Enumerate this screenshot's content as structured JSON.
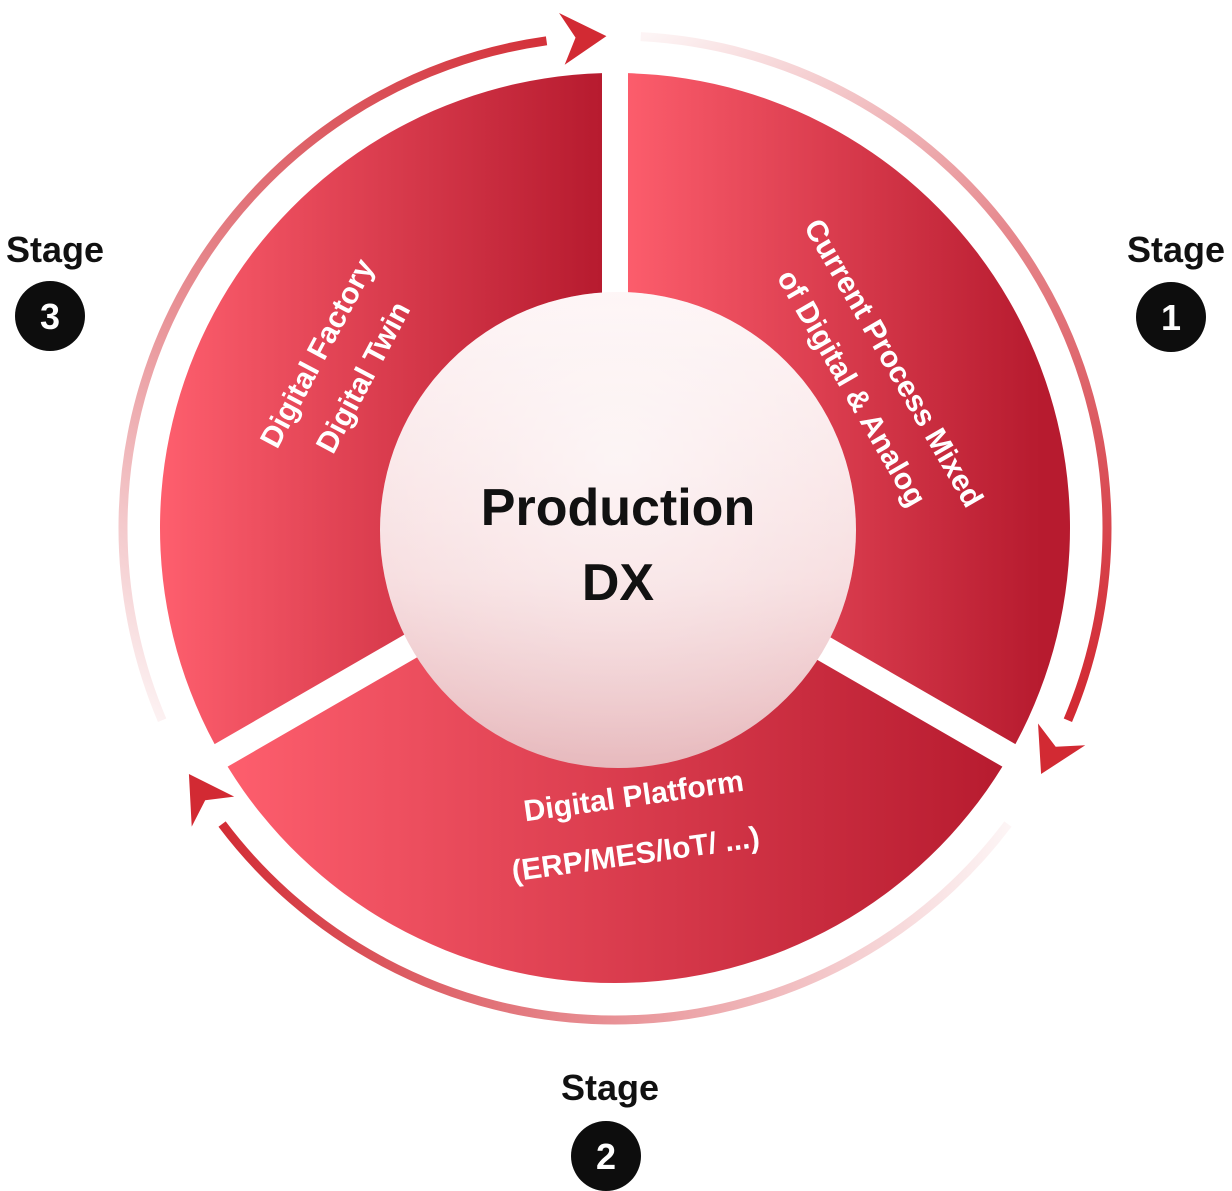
{
  "center": {
    "line1": "Production",
    "line2": "DX"
  },
  "segments": [
    {
      "id": "stage-1",
      "line1": "Current Process Mixed",
      "line2": "of Digital & Analog"
    },
    {
      "id": "stage-2",
      "line1": "Digital Platform",
      "line2": "(ERP/MES/IoT/ ...)"
    },
    {
      "id": "stage-3",
      "line1": "Digital Factory",
      "line2": "Digital Twin"
    }
  ],
  "stages": [
    {
      "label": "Stage",
      "number": "1"
    },
    {
      "label": "Stage",
      "number": "2"
    },
    {
      "label": "Stage",
      "number": "3"
    }
  ],
  "colors": {
    "segment_light": "#fc5b6b",
    "segment_dark": "#b81c30",
    "arrow": "#d22a33",
    "hub_light": "#fdf1f2",
    "hub_dark": "#e5b7bb",
    "badge": "#0d0d0d"
  }
}
